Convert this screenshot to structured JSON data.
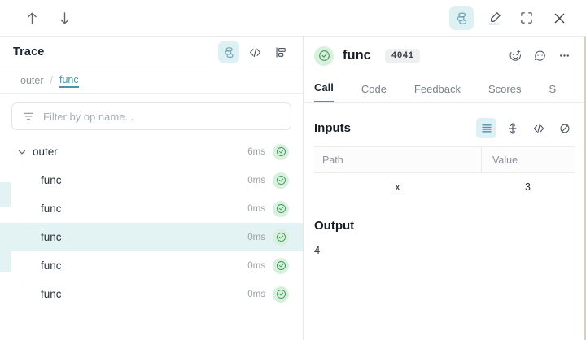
{
  "topbar": {
    "nav_up": "nav-up-arrow",
    "nav_down": "nav-down-arrow",
    "actions": [
      {
        "name": "trace-view-toggle",
        "icon": "layers-icon",
        "active": true
      },
      {
        "name": "annotate-button",
        "icon": "highlighter-pen-icon",
        "active": false
      },
      {
        "name": "fullscreen-button",
        "icon": "expand-corners-icon",
        "active": false
      },
      {
        "name": "close-button",
        "icon": "close-x-icon",
        "active": false
      }
    ]
  },
  "trace_panel": {
    "title": "Trace",
    "header_icons": [
      {
        "name": "trace-tree-toggle",
        "icon": "layers-icon",
        "active": true
      },
      {
        "name": "trace-code-toggle",
        "icon": "code-icon",
        "active": false
      },
      {
        "name": "trace-flamegraph-toggle",
        "icon": "flamegraph-icon",
        "active": false
      }
    ],
    "breadcrumb": {
      "parent": "outer",
      "separator": "/",
      "current": "func"
    },
    "filter": {
      "placeholder": "Filter by op name...",
      "value": "",
      "icon": "filter-icon"
    },
    "tree": [
      {
        "label": "outer",
        "duration": "6ms",
        "depth": 0,
        "expanded": true,
        "selected": false,
        "status": "success"
      },
      {
        "label": "func",
        "duration": "0ms",
        "depth": 1,
        "expanded": false,
        "selected": false,
        "status": "success"
      },
      {
        "label": "func",
        "duration": "0ms",
        "depth": 1,
        "expanded": false,
        "selected": false,
        "status": "success"
      },
      {
        "label": "func",
        "duration": "0ms",
        "depth": 1,
        "expanded": false,
        "selected": true,
        "status": "success"
      },
      {
        "label": "func",
        "duration": "0ms",
        "depth": 1,
        "expanded": false,
        "selected": false,
        "status": "success"
      },
      {
        "label": "func",
        "duration": "0ms",
        "depth": 1,
        "expanded": false,
        "selected": false,
        "status": "success"
      }
    ]
  },
  "call_panel": {
    "status_icon": "check-circle-icon",
    "title": "func",
    "badge": "4041",
    "header_icons": [
      {
        "name": "add-reaction-button",
        "icon": "emoji-plus-icon"
      },
      {
        "name": "add-comment-button",
        "icon": "comment-icon"
      },
      {
        "name": "more-options-button",
        "icon": "ellipsis-icon"
      }
    ],
    "tabs": [
      {
        "label": "Call",
        "active": true
      },
      {
        "label": "Code",
        "active": false
      },
      {
        "label": "Feedback",
        "active": false
      },
      {
        "label": "Scores",
        "active": false
      },
      {
        "label": "S",
        "active": false
      }
    ],
    "inputs": {
      "title": "Inputs",
      "view_icons": [
        {
          "name": "list-view-toggle",
          "icon": "list-lines-icon",
          "active": true
        },
        {
          "name": "expand-rows-toggle",
          "icon": "expand-vertical-icon",
          "active": false
        },
        {
          "name": "json-view-toggle",
          "icon": "code-icon",
          "active": false
        },
        {
          "name": "hide-values-toggle",
          "icon": "eye-slash-icon",
          "active": false
        }
      ],
      "columns": [
        "Path",
        "Value"
      ],
      "rows": [
        {
          "path": "x",
          "value": "3"
        }
      ]
    },
    "output": {
      "title": "Output",
      "value": "4"
    }
  },
  "colors": {
    "accent_teal": "#4d93a8",
    "accent_teal_bg": "#ddf1f4",
    "selected_row_bg": "#e3f3f4",
    "success_green": "#3f9e5c",
    "success_green_bg": "#d8f0dd",
    "muted_text": "#8c939b"
  }
}
